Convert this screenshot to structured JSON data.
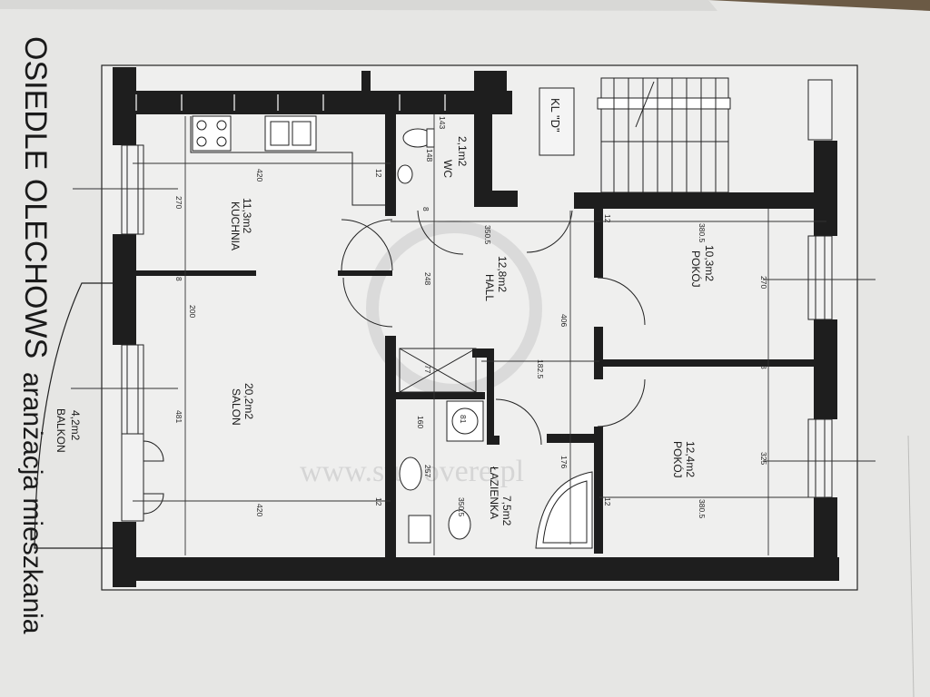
{
  "header_text": {
    "estate": "OSIEDLE OLECHOWS",
    "apartment": "aranżacja mieszkania"
  },
  "stair_label": "KL \"D\"",
  "watermark": "www.stupovere.pl",
  "rooms": {
    "kitchen": {
      "name": "KUCHNIA",
      "area": "11,3m2"
    },
    "wc": {
      "name": "WC",
      "area": "2,1m2"
    },
    "living": {
      "name": "SALON",
      "area": "20,2m2"
    },
    "balcony": {
      "name": "BALKON",
      "area": "4,2m2"
    },
    "hall": {
      "name": "HALL",
      "area": "12,8m2"
    },
    "bathroom": {
      "name": "ŁAZIENKA",
      "area": "7,5m2"
    },
    "room1": {
      "name": "POKÓJ",
      "area": "10,3m2"
    },
    "room2": {
      "name": "POKÓJ",
      "area": "12,4m2"
    }
  },
  "dimensions": {
    "d420a": "420",
    "d12a": "12",
    "d270a": "270",
    "d8a": "8",
    "d200": "200",
    "d481": "481",
    "d420b": "420",
    "d12b": "12",
    "d148": "148",
    "d143": "143",
    "d248": "248",
    "d350a": "350.5",
    "d8b": "8",
    "d77": "77",
    "d160": "160",
    "d81": "81",
    "d257": "257",
    "d350b": "350.5",
    "d406": "406",
    "d1825": "182.5",
    "d8c": "8",
    "d176": "176",
    "d12c": "12",
    "d380a": "380.5",
    "d270b": "270",
    "d8d": "8",
    "d325": "325",
    "d380b": "380.5",
    "d12d": "12"
  },
  "colors": {
    "paper": "#ececeb",
    "wall": "#1e1e1e",
    "background": "#6b5a45"
  }
}
